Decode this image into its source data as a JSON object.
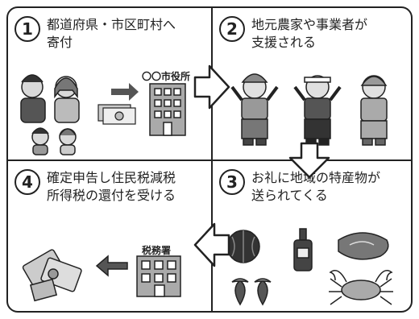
{
  "steps": [
    {
      "number": "1",
      "title_line1": "都道府県・市区町村へ",
      "title_line2": "寄付"
    },
    {
      "number": "2",
      "title_line1": "地元農家や事業者が",
      "title_line2": "支援される"
    },
    {
      "number": "3",
      "title_line1": "お礼に地域の特産物が",
      "title_line2": "送られてくる"
    },
    {
      "number": "4",
      "title_line1": "確定申告し住民税減税",
      "title_line2": "所得税の還付を受ける"
    }
  ],
  "labels": {
    "city_office": "〇〇市役所",
    "tax_office": "税務署"
  },
  "icons": [
    "family-illustration",
    "arrow-right-icon",
    "money-envelope-icon",
    "city-hall-building",
    "workers-illustration",
    "watermelon-icon",
    "bottle-icon",
    "meat-icon",
    "strawberry-icon",
    "crab-icon",
    "tax-office-building",
    "refund-documents-icon"
  ]
}
